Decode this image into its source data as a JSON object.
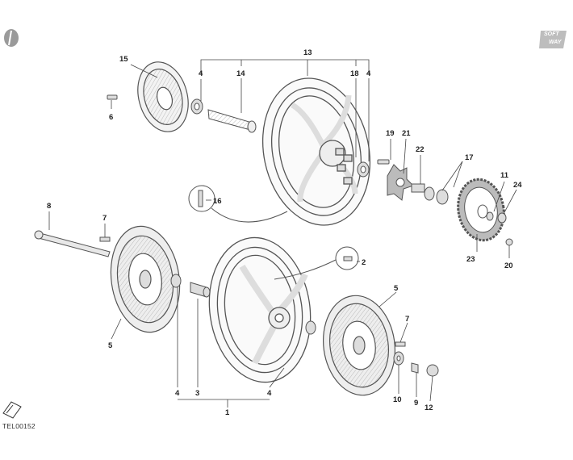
{
  "drawing_code": "TEL00152",
  "brand": {
    "line1": "SOFT",
    "line2": "WAY"
  },
  "callouts": {
    "c1": "1",
    "c2": "2",
    "c3": "3",
    "c4a": "4",
    "c4b": "4",
    "c4c": "4",
    "c4d": "4",
    "c5a": "5",
    "c5b": "5",
    "c6": "6",
    "c7a": "7",
    "c7b": "7",
    "c8": "8",
    "c9": "9",
    "c10": "10",
    "c11": "11",
    "c12": "12",
    "c13": "13",
    "c14": "14",
    "c15": "15",
    "c16": "16",
    "c17": "17",
    "c18": "18",
    "c19": "19",
    "c20": "20",
    "c21": "21",
    "c22": "22",
    "c23": "23",
    "c24": "24"
  }
}
